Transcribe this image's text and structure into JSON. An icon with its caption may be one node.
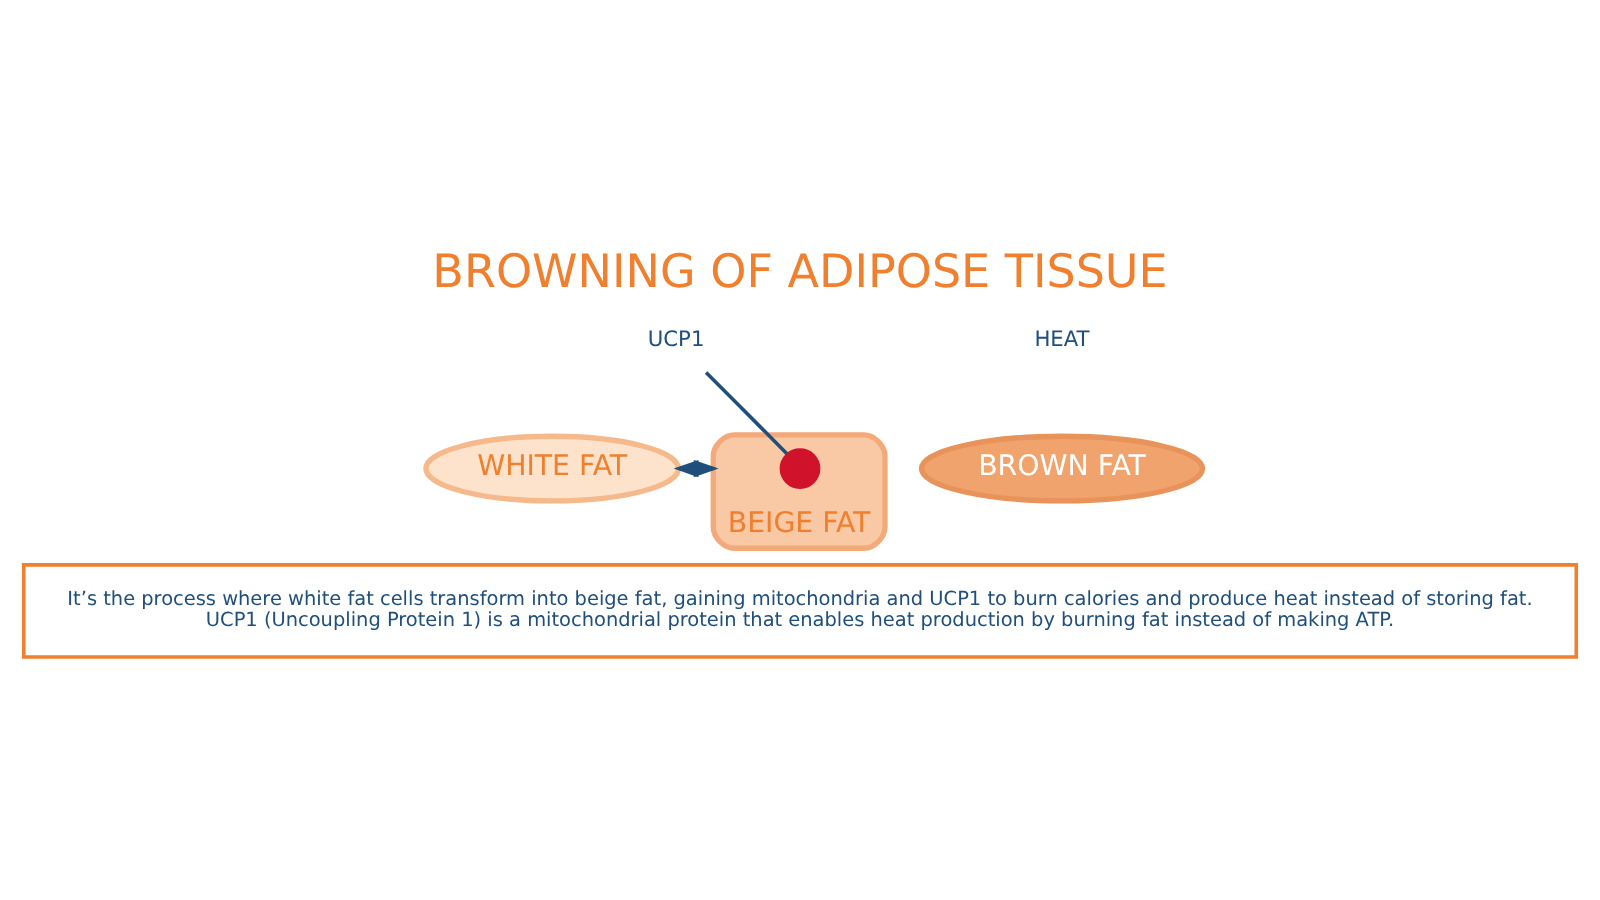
{
  "diagram": {
    "title": "BROWNING OF ADIPOSE TISSUE",
    "nodes": [
      {
        "text": [
          "WHITE FAT"
        ]
      },
      {
        "text": [
          "BEIGE FAT"
        ]
      },
      {
        "text": [],
        "shape": "circle",
        "in": 1
      },
      {
        "text": [
          "UCP1"
        ]
      },
      {
        "text": [
          "BROWN FAT"
        ]
      },
      {
        "text": [
          "It’s the process where white fat cells transform into beige fat, gaining mitochondria and UCP1 to burn calories and produce heat instead of storing fat.",
          "UCP1 (Uncoupling Protein 1) is a mitochondrial protein that enables heat production by burning fat instead of making ATP."
        ]
      }
    ],
    "edges": [
      {
        "from": 0,
        "to": 1,
        "arrow": "to"
      },
      {
        "from": 1,
        "to": 0,
        "arrow": "to"
      },
      {
        "from": 3,
        "to": 2,
        "arrow": "none"
      }
    ],
    "labels": [
      "HEAT"
    ]
  }
}
